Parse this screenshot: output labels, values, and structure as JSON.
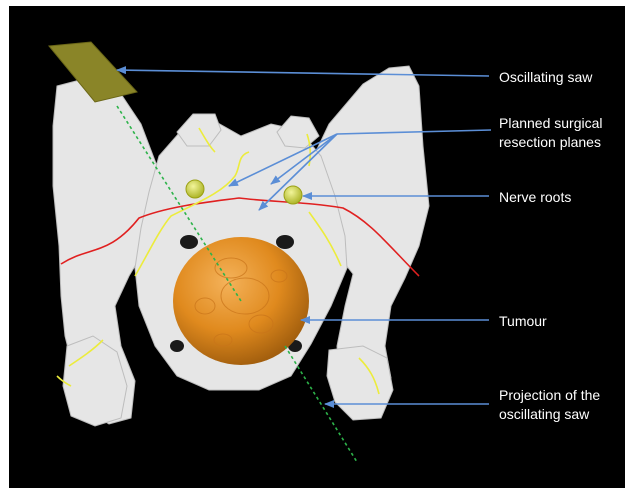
{
  "labels": {
    "saw": "Oscillating saw",
    "planes": "Planned surgical\nresection planes",
    "nerves": "Nerve roots",
    "tumour": "Tumour",
    "projection": "Projection of the\noscillating saw"
  },
  "colors": {
    "background": "#000000",
    "bone": "#e6e6e6",
    "tumour": "#e08a1e",
    "saw": "#8a8528",
    "arrow": "#5b8ed6",
    "red_plane": "#e02020",
    "yellow_plane": "#ecec3c",
    "nerve_root": "#d6df3a",
    "saw_projection": "#2db34a"
  }
}
